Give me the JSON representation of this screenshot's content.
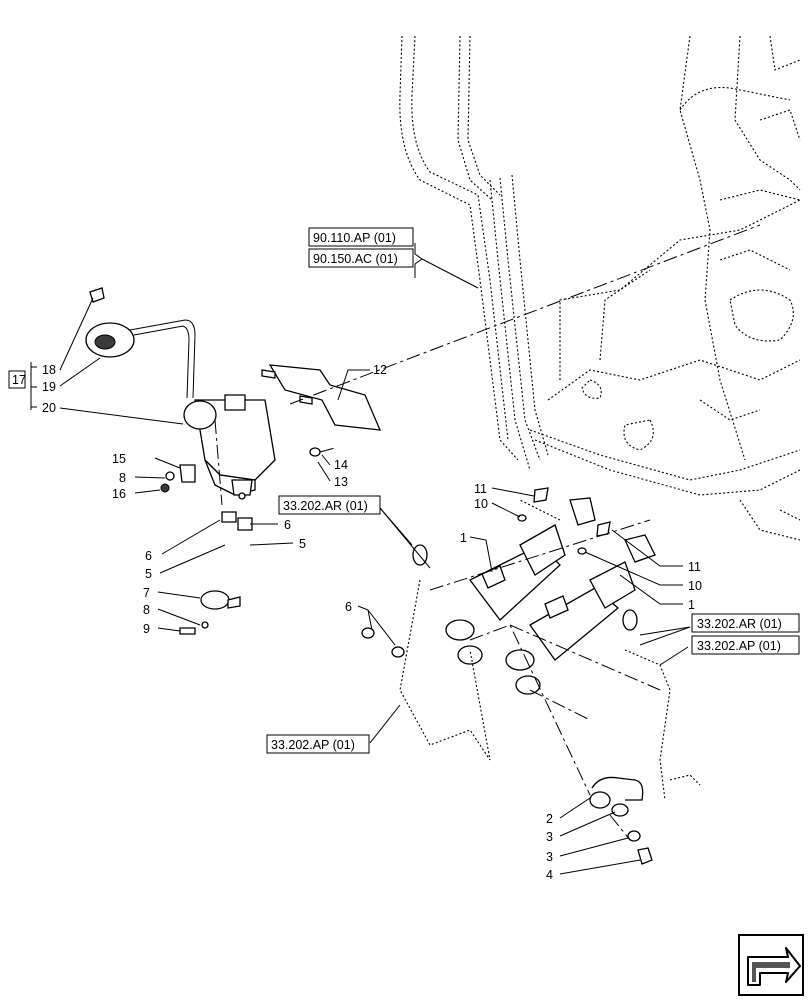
{
  "references": {
    "r1": "90.110.AP (01)",
    "r2": "90.150.AC (01)",
    "r3": "33.202.AR (01)",
    "r4": "33.202.AR (01)",
    "r5": "33.202.AP (01)",
    "r6": "33.202.AP (01)"
  },
  "group_label": "17",
  "callouts": {
    "c1": "18",
    "c2": "19",
    "c3": "20",
    "c4": "12",
    "c5": "14",
    "c6": "13",
    "c7": "15",
    "c8": "8",
    "c9": "16",
    "c10": "6",
    "c11": "6",
    "c12": "5",
    "c13": "5",
    "c14": "7",
    "c15": "8",
    "c16": "9",
    "c17": "6",
    "c18": "11",
    "c19": "10",
    "c20": "1",
    "c21": "11",
    "c22": "10",
    "c23": "1",
    "c24": "2",
    "c25": "3",
    "c26": "3",
    "c27": "4"
  },
  "icons": {
    "nav": "next-page-arrow-icon"
  }
}
